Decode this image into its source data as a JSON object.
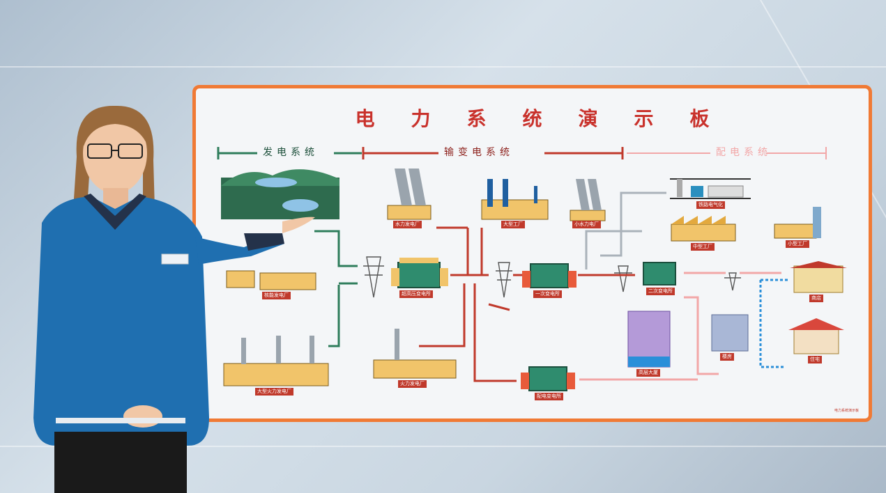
{
  "board": {
    "title": "电力系统演示板",
    "sections": {
      "generation": "发电系统",
      "transmission": "输变电系统",
      "distribution": "配电系统"
    },
    "labels": {
      "hydro_plant": "水力发电厂",
      "large_factory": "大型工厂",
      "small_hydro": "小水力电厂",
      "rail_station": "铁路电气化",
      "medium_factory": "中型工厂",
      "small_factory": "小型工厂",
      "nuclear_plant": "核能发电厂",
      "step_up_station": "超高压变电所",
      "primary_substation": "一次变电所",
      "secondary_substation": "二次变电所",
      "shop": "商店",
      "residence": "住宅",
      "office_building": "高层大厦",
      "building": "楼房",
      "large_thermal": "大型火力发电厂",
      "thermal_plant": "火力发电厂",
      "distribution_substation": "配电变电所"
    },
    "footnote": "电力系统演示板"
  },
  "colors": {
    "board_border": "#f07a35",
    "title": "#c9322c",
    "generation_line": "#2e7d5b",
    "transmission_line": "#c0392b",
    "distribution_line": "#f2a7a7",
    "jacket": "#1f6fb0"
  }
}
